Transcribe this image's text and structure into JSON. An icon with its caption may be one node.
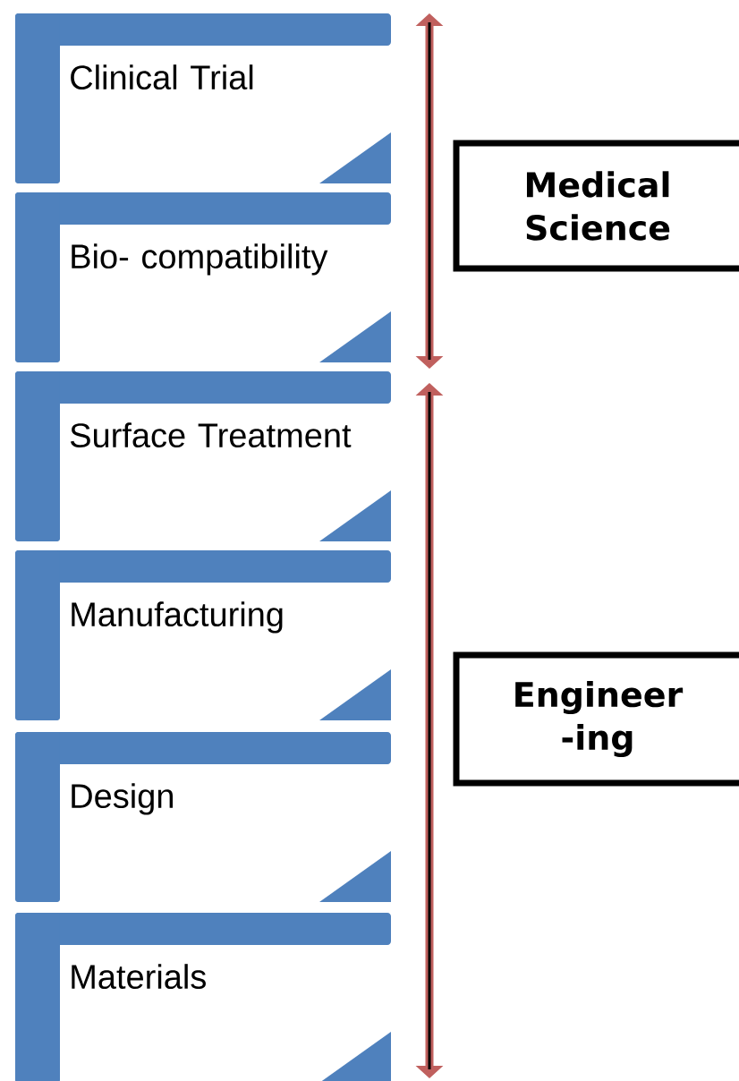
{
  "diagram": {
    "nodes": [
      {
        "text": [
          "Clinical Trial"
        ]
      },
      {
        "text": [
          "Bio- compatibility"
        ]
      },
      {
        "text": [
          "Surface Treatment"
        ]
      },
      {
        "text": [
          "Manufacturing"
        ]
      },
      {
        "text": [
          "Design"
        ]
      },
      {
        "text": [
          "Materials"
        ]
      },
      {
        "text": [
          "Medical Science"
        ]
      },
      {
        "text": [
          "Engineer -ing"
        ]
      }
    ]
  }
}
